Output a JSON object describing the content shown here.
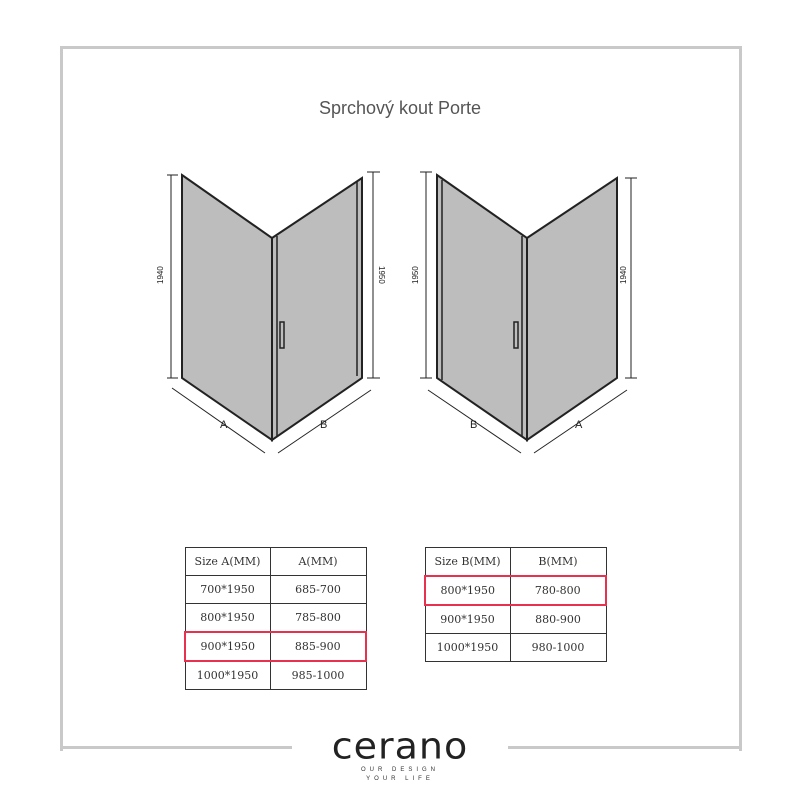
{
  "title": "Sprchový  kout Porte",
  "drawings": {
    "left": {
      "height_left": "1940",
      "height_right": "1950",
      "dim_a": "A",
      "dim_b": "B"
    },
    "right": {
      "height_left": "1950",
      "height_right": "1940",
      "dim_a": "A",
      "dim_b": "B"
    }
  },
  "table_a": {
    "headers": [
      "Size A(MM)",
      "A(MM)"
    ],
    "rows": [
      [
        "700*1950",
        "685-700"
      ],
      [
        "800*1950",
        "785-800"
      ],
      [
        "900*1950",
        "885-900"
      ],
      [
        "1000*1950",
        "985-1000"
      ]
    ],
    "highlighted_row": 2
  },
  "table_b": {
    "headers": [
      "Size B(MM)",
      "B(MM)"
    ],
    "rows": [
      [
        "800*1950",
        "780-800"
      ],
      [
        "900*1950",
        "880-900"
      ],
      [
        "1000*1950",
        "980-1000"
      ]
    ],
    "highlighted_row": 0
  },
  "logo": {
    "brand": "cerano",
    "tagline1": "OUR DESIGN",
    "tagline2": "YOUR LIFE"
  },
  "colors": {
    "highlight": "#e8304f",
    "glass": "#bdbdbd",
    "frame": "#c9c9c9"
  }
}
